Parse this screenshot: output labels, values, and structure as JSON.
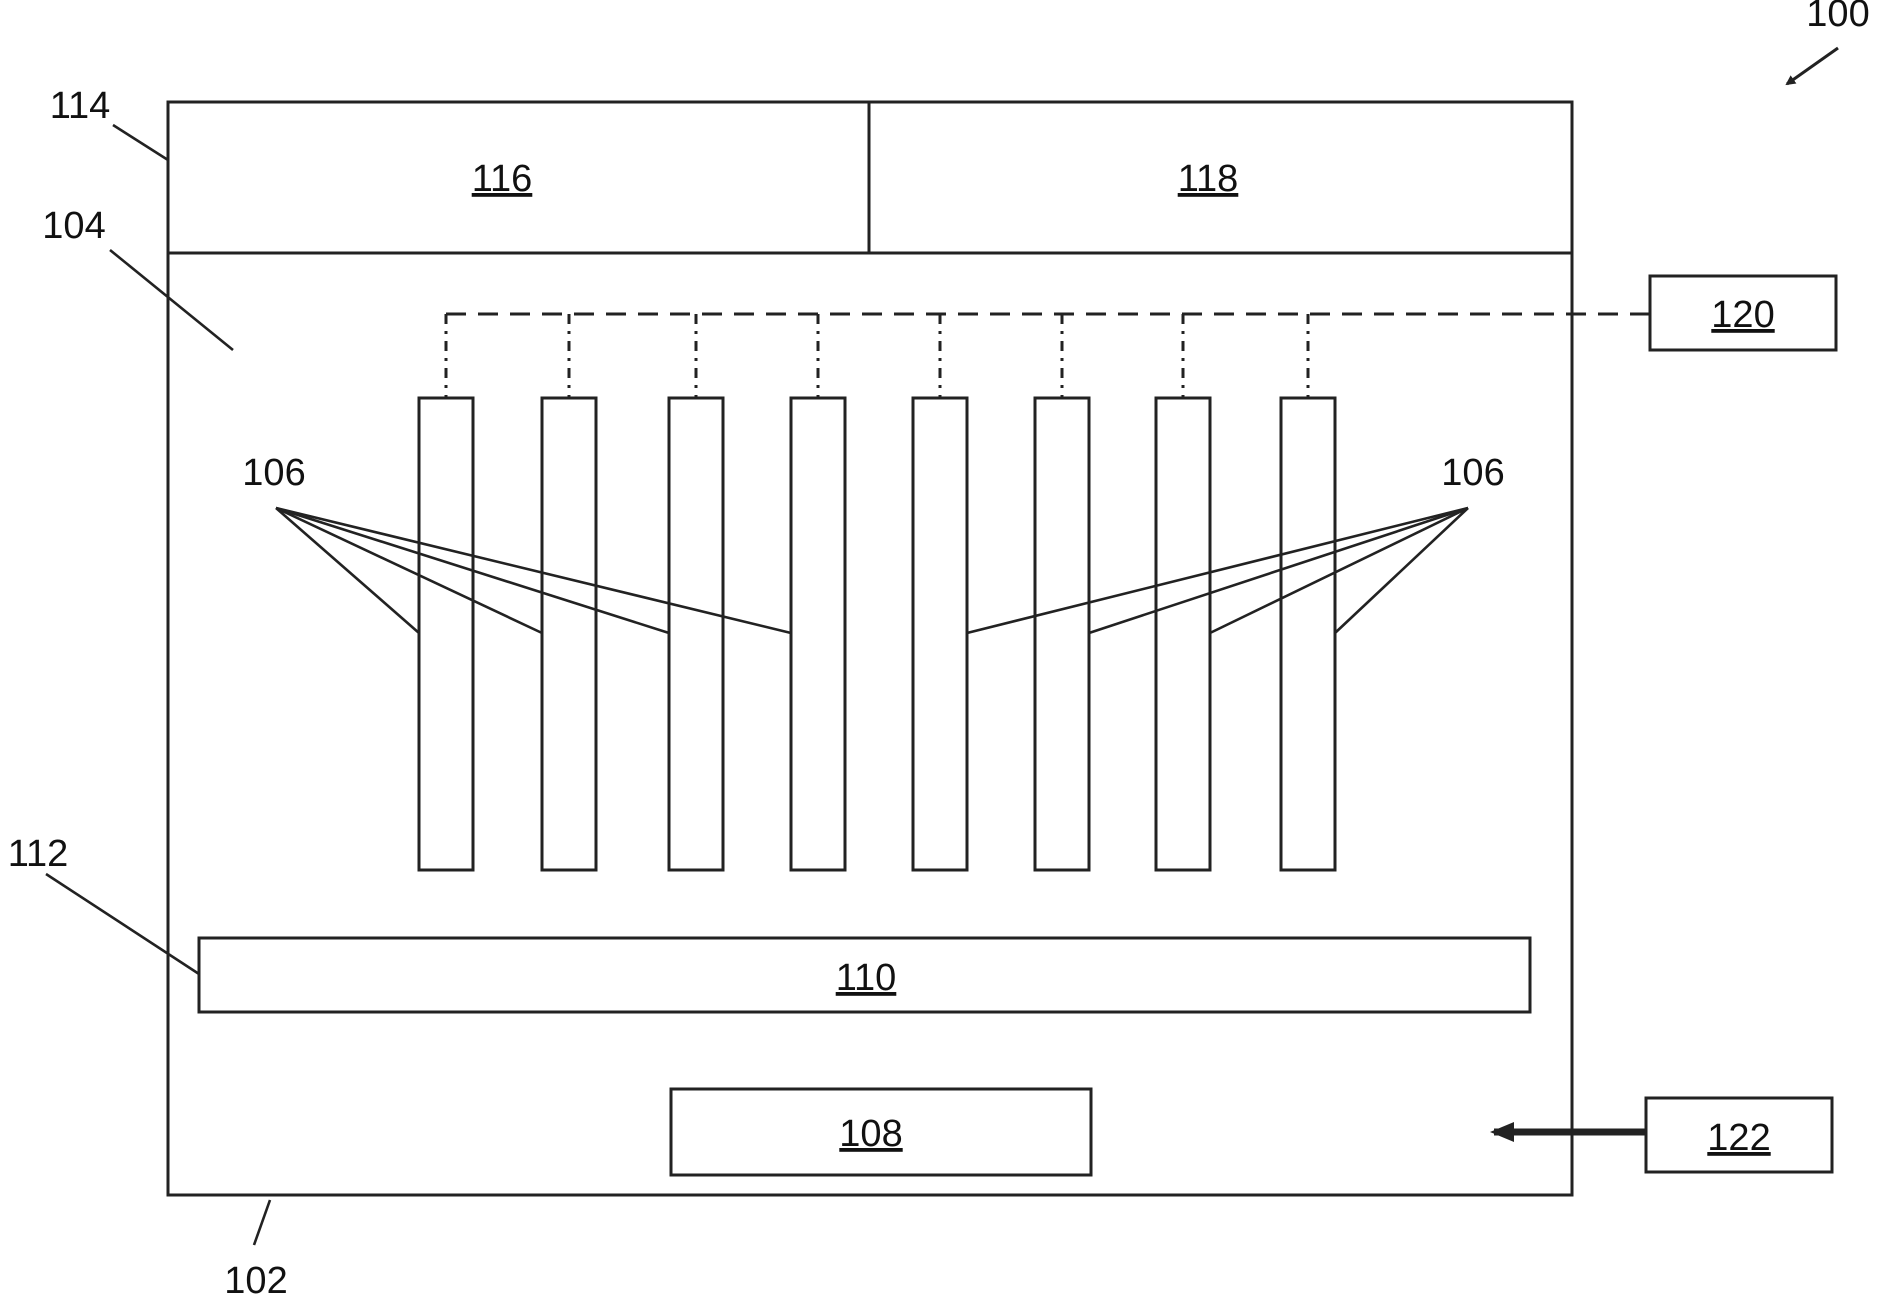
{
  "figure": {
    "ref_100": "100",
    "ref_102": "102",
    "ref_104": "104",
    "ref_106_left": "106",
    "ref_106_right": "106",
    "ref_112": "112",
    "ref_114": "114",
    "box_116": "116",
    "box_118": "118",
    "box_120": "120",
    "box_110": "110",
    "box_108": "108",
    "box_122": "122"
  }
}
